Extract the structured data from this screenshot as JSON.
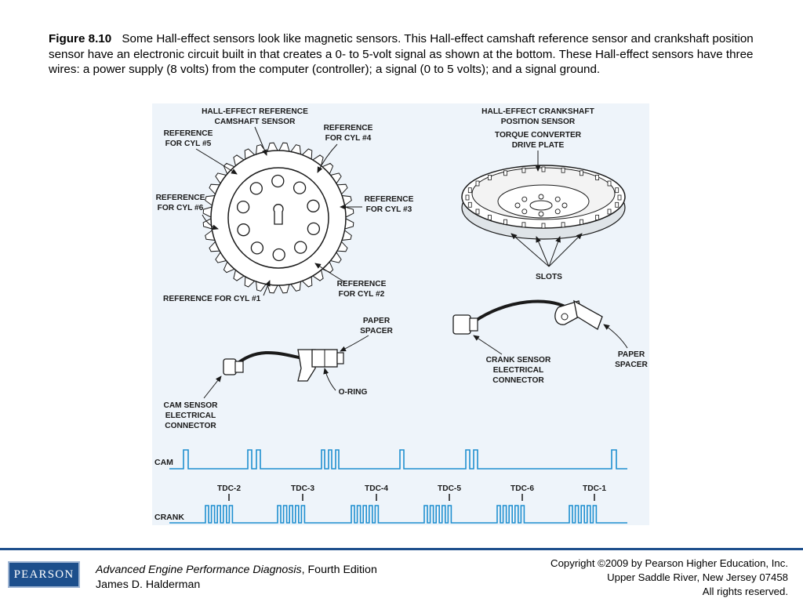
{
  "caption": {
    "figure_label": "Figure 8.10",
    "text": "Some Hall-effect sensors look like magnetic sensors. This Hall-effect camshaft reference sensor and crankshaft position sensor have an electronic circuit built in that creates a 0- to 5-volt signal as shown at the bottom. These Hall-effect sensors have three wires: a power supply (8 volts) from the computer (controller); a signal (0 to 5 volts); and a signal ground."
  },
  "diagram": {
    "cam_sensor_title": [
      "HALL-EFFECT REFERENCE",
      "CAMSHAFT SENSOR"
    ],
    "ref_cyl5": [
      "REFERENCE",
      "FOR CYL #5"
    ],
    "ref_cyl4": [
      "REFERENCE",
      "FOR CYL #4"
    ],
    "ref_cyl6": [
      "REFERENCE",
      "FOR CYL #6"
    ],
    "ref_cyl3": [
      "REFERENCE",
      "FOR CYL #3"
    ],
    "ref_cyl2": [
      "REFERENCE",
      "FOR CYL #2"
    ],
    "ref_cyl1": "REFERENCE FOR CYL #1",
    "crank_sensor_title": [
      "HALL-EFFECT CRANKSHAFT",
      "POSITION SENSOR"
    ],
    "drive_plate": [
      "TORQUE CONVERTER",
      "DRIVE PLATE"
    ],
    "slots": "SLOTS",
    "paper_spacer_cam": [
      "PAPER",
      "SPACER"
    ],
    "o_ring": "O-RING",
    "cam_connector": [
      "CAM SENSOR",
      "ELECTRICAL",
      "CONNECTOR"
    ],
    "crank_connector": [
      "CRANK SENSOR",
      "ELECTRICAL",
      "CONNECTOR"
    ],
    "paper_spacer_crank": [
      "PAPER",
      "SPACER"
    ],
    "cam_signal": "CAM",
    "crank_signal": "CRANK",
    "tdc_labels": [
      "TDC-2",
      "TDC-3",
      "TDC-4",
      "TDC-5",
      "TDC-6",
      "TDC-1"
    ]
  },
  "colors": {
    "signal": "#1f8fd0",
    "footer_accent": "#1d4f8c"
  },
  "footer": {
    "logo_text": "PEARSON",
    "book_title": "Advanced Engine Performance Diagnosis",
    "edition": ", Fourth Edition",
    "author": "James D. Halderman",
    "copyright_lines": [
      "Copyright ©2009 by Pearson Higher Education, Inc.",
      "Upper Saddle River, New Jersey 07458",
      "All rights reserved."
    ]
  }
}
